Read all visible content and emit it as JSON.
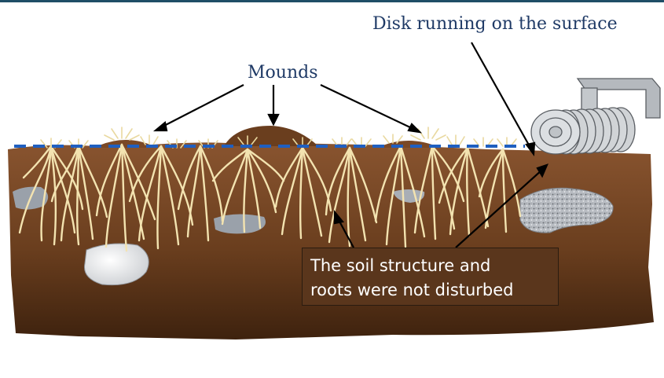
{
  "labels": {
    "disk": "Disk running on the surface",
    "mounds": "Mounds",
    "callout_line1": "The soil structure and",
    "callout_line2": "roots were not disturbed"
  },
  "colors": {
    "soil_top": "#8a5530",
    "soil_bottom": "#4a2a12",
    "surface_line": "#1f5fc0",
    "roots": "#f3e3b0",
    "title_text": "#1f3a66",
    "callout_bg": "#5a361c"
  }
}
